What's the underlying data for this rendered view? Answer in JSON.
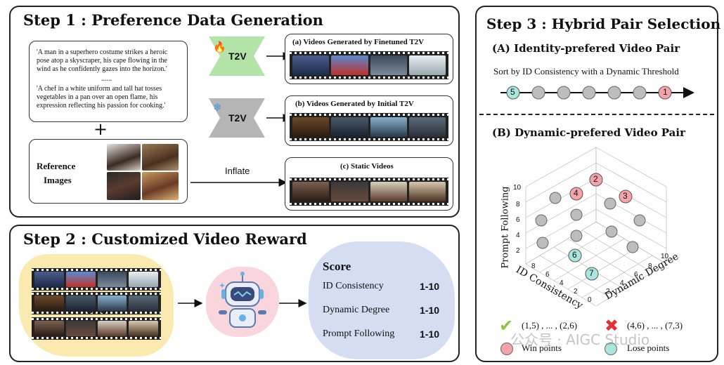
{
  "step1": {
    "title": "Step 1 : Preference Data Generation",
    "prompt1": "'A man in a superhero costume strikes a heroic pose atop a skyscraper, his cape flowing in the wind as he confidently gazes into the horizon.'",
    "ellipsis": "......",
    "prompt2": "'A chef in a white uniform and tall hat tosses vegetables in a pan over an open flame, his expression reflecting his passion for cooking.'",
    "plus": "+",
    "ref_line1": "Reference",
    "ref_line2": "Images",
    "t2v_label": "T2V",
    "fire_icon": "🔥",
    "snow_icon": "❄",
    "inflate": "Inflate",
    "cap_a": "(a)  Videos Generated by Finetuned T2V",
    "cap_b": "(b) Videos Generated by Initial T2V",
    "cap_c": "(c) Static Videos"
  },
  "step2": {
    "title": "Step 2 : Customized Video Reward",
    "dots": ".......",
    "score_title": "Score",
    "rows": [
      {
        "label": "ID Consistency",
        "range": "1-10"
      },
      {
        "label": "Dynamic Degree",
        "range": "1-10"
      },
      {
        "label": "Prompt Following",
        "range": "1-10"
      }
    ]
  },
  "step3": {
    "title": "Step 3 : Hybrid Pair Selection",
    "subA": "(A) Identity-prefered Video Pair",
    "sortText": "Sort by ID Consistency with a Dynamic Threshold",
    "numLeft": "5",
    "numRight": "1",
    "subB": "(B) Dynamic-prefered Video Pair",
    "zlabel": "Prompt Following",
    "xlabel": "ID Consistency",
    "ylabel": "Dynamic Degree",
    "zticks": [
      "10",
      "8",
      "6",
      "4",
      "2"
    ],
    "xticks": [
      "8",
      "6",
      "4",
      "2",
      "0"
    ],
    "yticks": [
      "2",
      "4",
      "6",
      "8",
      "10"
    ],
    "marks": [
      "2",
      "4",
      "3",
      "6",
      "7"
    ],
    "win_pairs": "(1,5) , ... , (2,6)",
    "lose_pairs": "(4,6) , ... , (7,3)",
    "win_points": "Win points",
    "lose_points": "Lose points",
    "watermark": "公众号 · AIGC Studio",
    "colors": {
      "win": "#f4a3a8",
      "lose": "#a8e6df",
      "grey": "#bdbdbd"
    }
  }
}
